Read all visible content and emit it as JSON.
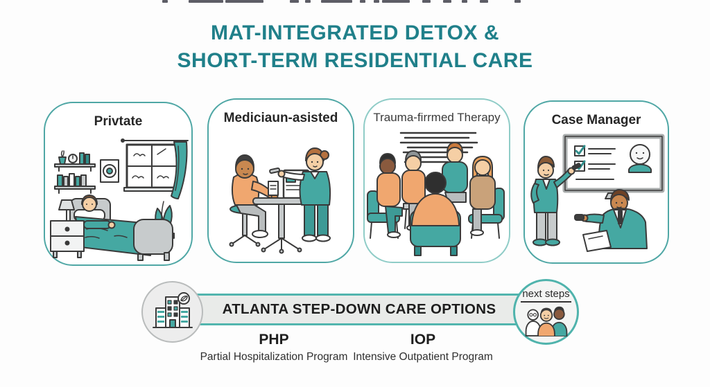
{
  "title": {
    "line1": "MAT-INTEGRATED DETOX &",
    "line2": "SHORT-TERM RESIDENTIAL CARE"
  },
  "cards": [
    {
      "label": "Privtate",
      "illustration": "private-bedroom-illustration"
    },
    {
      "label": "Mediciaun-asisted",
      "illustration": "medication-assisted-illustration"
    },
    {
      "label": "Trauma-firrmed Therapy",
      "illustration": "group-therapy-illustration"
    },
    {
      "label": "Case Manager",
      "illustration": "case-manager-illustration"
    }
  ],
  "banner": {
    "label": "ATLANTA STEP-DOWN CARE OPTIONS",
    "left_icon": "hospital-building-icon",
    "right_badge": {
      "label": "next steps",
      "icon": "three-people-icon"
    }
  },
  "programs": [
    {
      "abbr": "PHP",
      "name": "Partial Hospitalization Program"
    },
    {
      "abbr": "IOP",
      "name": "Intensive Outpatient Program"
    }
  ],
  "colors": {
    "accent_teal": "#20808a",
    "illustration_teal": "#45a8a2",
    "banner_border": "#52b5ae",
    "banner_bg": "#e9ebe9",
    "orange": "#f0a76f",
    "text_dark": "#1f1f1f"
  }
}
